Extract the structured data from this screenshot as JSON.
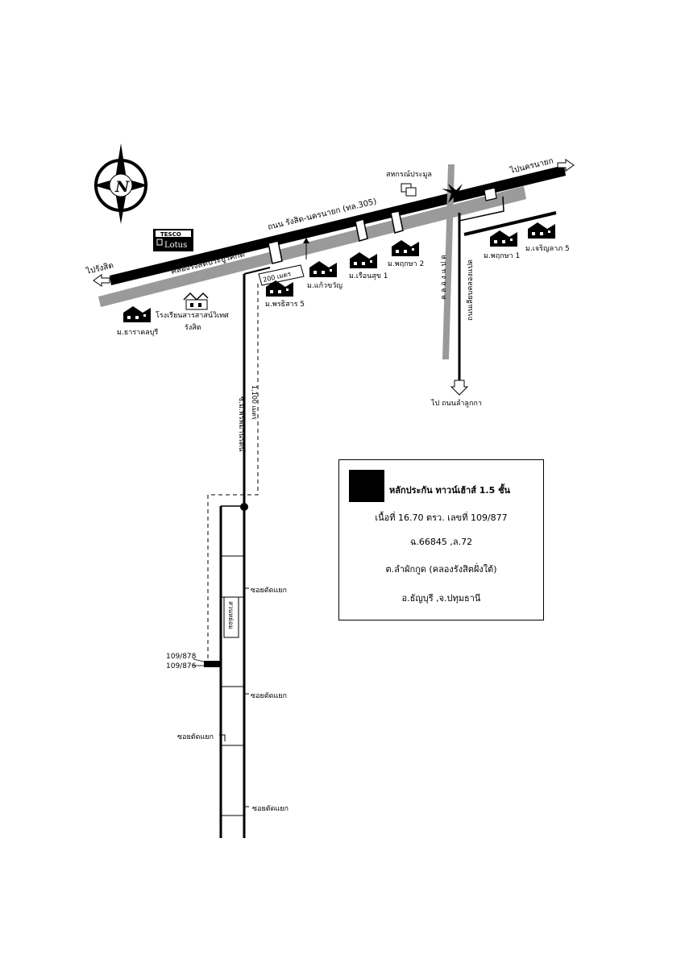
{
  "map": {
    "title_bg": "#ffffff",
    "north_label": "N",
    "roads": {
      "main_road": "ถนน รังสิต-นครนายก (ทล.305)",
      "canal_main": "คลองรังสิตประยูรศักดิ์",
      "to_rangsit": "ไปรังสิต",
      "to_nakhon_nayok": "ไปนครนายก",
      "canal_8": "ค ล อ ง แ ป ด",
      "canal_road": "ถนนเลียบคลองแปด",
      "to_lam_luk_ka": "ไป ถนนลำลูกกา",
      "soi_road": "ซ.ม.พรพิมานรัตน์",
      "dist_200": "200 เมตร",
      "dist_1100": "1,100 เมตร",
      "club": "สหกรณ์ประมูล"
    },
    "landmarks": {
      "tesco_top": "TESCO",
      "tesco_bottom": "Lotus",
      "school_line1": "โรงเรียนสารสาสน์วิเทศ",
      "school_line2": "รังสิต"
    },
    "villages": [
      "ม.ธาราคลบุรี",
      "ม.พรธิสาร 5",
      "ม.แก้วขวัญ",
      "ม.เรือนสุข 1",
      "ม.พฤกษา 2",
      "ม.พฤกษา 1",
      "ม.เจริญลาภ 5"
    ],
    "lane": {
      "soi_1": "ซอยตัดแยก",
      "soi_2": "ซอยตัดแยก",
      "soi_3": "ซอยตัดแยก",
      "soi_4": "ซอยตัดแยก",
      "park": "สวนหย่อม",
      "plot_1": "109/878",
      "plot_2": "109/876"
    }
  },
  "info": {
    "swatch_color": "#000000",
    "title": "หลักประกัน ทาวน์เฮ้าส์ 1.5 ชั้น",
    "area": "เนื้อที่ 16.70 ตรว. เลขที่ 109/877",
    "deed": "ฉ.66845        ,ล.72",
    "tambon": "ต.ลำผักกูด (คลองรังสิตฝั่งใต้)",
    "amphoe": "อ.ธัญบุรี  ,จ.ปทุมธานี"
  }
}
